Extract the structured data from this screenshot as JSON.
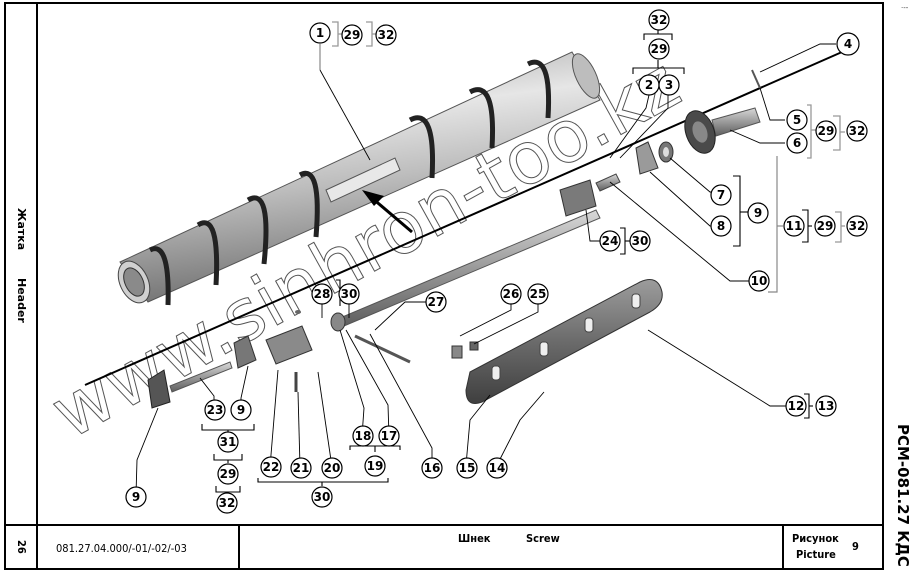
{
  "sheet": {
    "section_ru": "Жатка",
    "section_en": "Header",
    "page_number": "26",
    "document_code": "РСМ-081.27 КДС",
    "corner_mark": "·--"
  },
  "footer": {
    "part_number": "081.27.04.000/-01/-02/-03",
    "title_ru": "Шнек",
    "title_en": "Screw",
    "figure_label_ru": "Рисунок",
    "figure_label_en": "Picture",
    "figure_number": "9"
  },
  "diagram": {
    "description": "Exploded view of header auger (screw) with finger mechanism, bearings, shaft and cover",
    "watermark": "www.sinhron-too.kz",
    "callouts": [
      "1",
      "29",
      "32",
      "32",
      "29",
      "2",
      "3",
      "4",
      "5",
      "6",
      "29",
      "32",
      "7",
      "8",
      "9",
      "11",
      "29",
      "32",
      "10",
      "24",
      "30",
      "28",
      "30",
      "27",
      "26",
      "25",
      "12",
      "13",
      "23",
      "9",
      "31",
      "29",
      "32",
      "9",
      "22",
      "21",
      "20",
      "18",
      "17",
      "19",
      "30",
      "16",
      "15",
      "14"
    ],
    "groups": [
      {
        "items": [
          "1"
        ],
        "assembly": [
          "29",
          "32"
        ]
      },
      {
        "items": [
          "2",
          "3"
        ],
        "assembly": [
          "29",
          "32"
        ]
      },
      {
        "items": [
          "5",
          "6"
        ],
        "assembly": [
          "29",
          "32"
        ]
      },
      {
        "items": [
          "7",
          "8"
        ],
        "assembly": [
          "9"
        ]
      },
      {
        "items": [
          "10"
        ],
        "assembly": [
          "11",
          "29",
          "32"
        ]
      },
      {
        "items": [
          "24"
        ],
        "assembly": [
          "30"
        ]
      },
      {
        "items": [
          "28"
        ],
        "assembly": [
          "30"
        ]
      },
      {
        "items": [
          "12"
        ],
        "assembly": [
          "13"
        ]
      },
      {
        "items": [
          "23",
          "9"
        ],
        "assembly": [
          "31",
          "29",
          "32"
        ]
      },
      {
        "items": [
          "18",
          "17"
        ],
        "assembly": [
          "19"
        ]
      },
      {
        "items": [
          "22",
          "21",
          "20",
          "19"
        ],
        "assembly": [
          "30"
        ]
      }
    ]
  }
}
